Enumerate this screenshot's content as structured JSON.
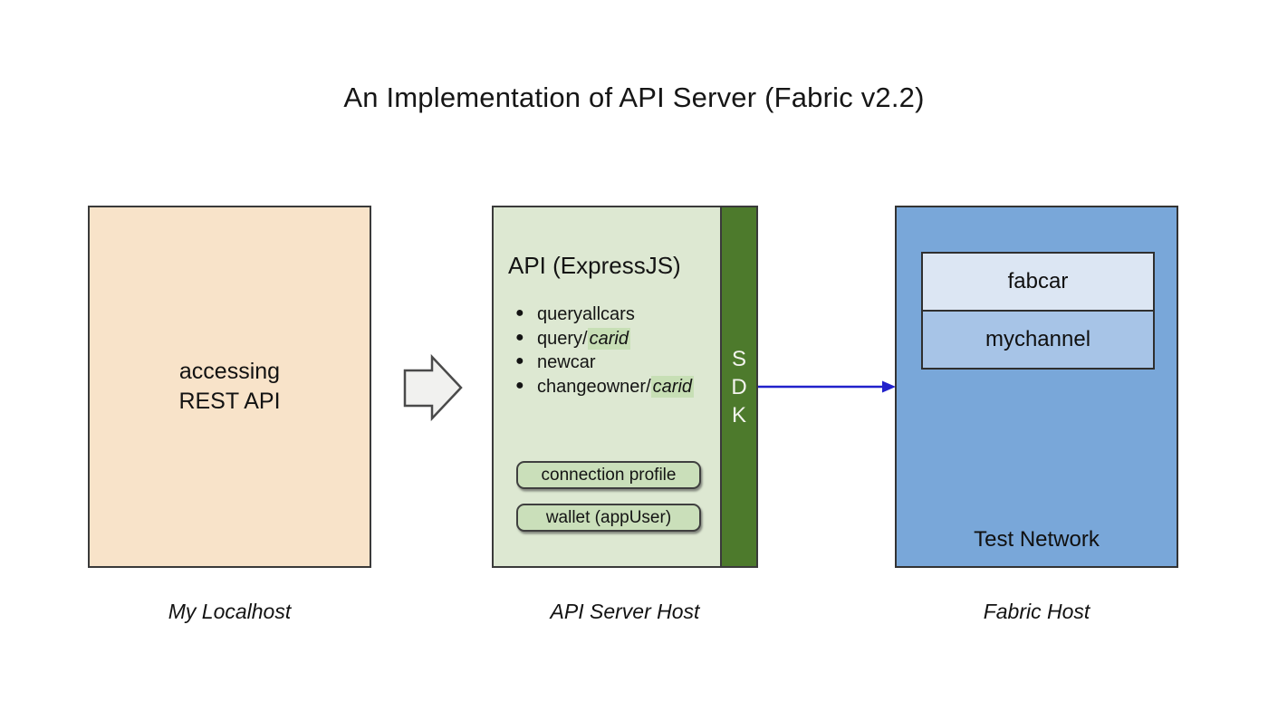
{
  "title": "An Implementation of API Server (Fabric v2.2)",
  "localhost_box": {
    "line1": "accessing",
    "line2": "REST API",
    "label": "My Localhost"
  },
  "api_server_box": {
    "heading": "API (ExpressJS)",
    "endpoints": [
      {
        "text": "queryallcars",
        "param": ""
      },
      {
        "text": "query/",
        "param": "carid"
      },
      {
        "text": "newcar",
        "param": ""
      },
      {
        "text": "changeowner/",
        "param": "carid"
      }
    ],
    "bullet_glyph": "●",
    "chips": {
      "connection_profile": "connection profile",
      "wallet": "wallet (appUser)"
    },
    "sdk": {
      "s": "S",
      "d": "D",
      "k": "K"
    },
    "label": "API Server Host"
  },
  "fabric_box": {
    "chaincode": "fabcar",
    "channel": "mychannel",
    "network": "Test Network",
    "label": "Fabric Host"
  },
  "colors": {
    "localhost_fill": "#f8e3c9",
    "api_fill": "#dde8d2",
    "sdk_fill": "#4d7a2c",
    "param_highlight": "#c7dfb5",
    "chip_fill": "#cadfba",
    "fabric_fill": "#79a7d9",
    "fabcar_fill": "#dce6f3",
    "mychannel_fill": "#a7c4e7",
    "flow_arrow": "#2121cb",
    "block_arrow_fill": "#f1f1ef"
  }
}
